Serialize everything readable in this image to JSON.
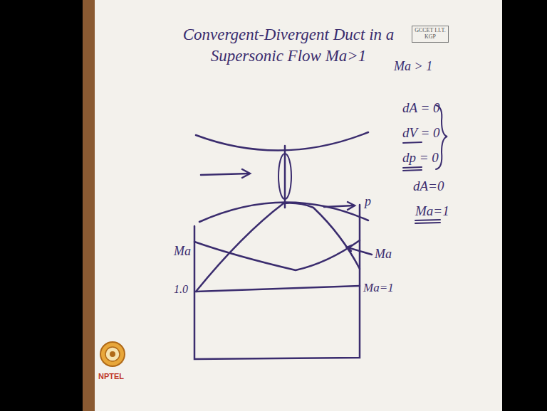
{
  "diagram": {
    "title": "Convergent-Divergent Duct in a Supersonic Flow Ma>1",
    "nodes": [
      {
        "text": [
          "GCCET I.I.T. KGP"
        ]
      }
    ],
    "labels": [
      "Ma > 1",
      "dA = 0",
      "dV = 0",
      "dp = 0",
      "dA=0",
      "Ma=1",
      "Ma",
      "1.0",
      "p",
      "Ma",
      "Ma=1",
      "NPTEL"
    ]
  }
}
